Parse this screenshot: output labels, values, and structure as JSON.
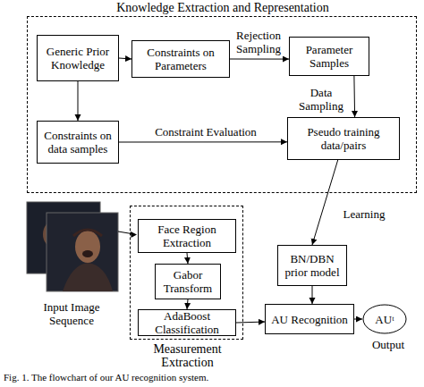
{
  "diagram": {
    "caption": "Fig. 1. The flowchart of our AU recognition system.",
    "nodes": [
      {
        "text": [
          "Knowledge Extraction and Representation"
        ]
      },
      {
        "text": [
          "Generic Prior Knowledge"
        ],
        "in": 0
      },
      {
        "text": [
          "Constraints on Parameters"
        ],
        "in": 0
      },
      {
        "text": [
          "Parameter Samples"
        ],
        "in": 0
      },
      {
        "text": [
          "Constraints on data samples"
        ],
        "in": 0
      },
      {
        "text": [
          "Pseudo training data/pairs"
        ],
        "in": 0
      },
      {
        "text": [
          "Measurement Extraction"
        ]
      },
      {
        "text": [
          "Face Region Extraction"
        ],
        "in": 6
      },
      {
        "text": [
          "Gabor Transform"
        ],
        "in": 6
      },
      {
        "text": [
          "AdaBoost Classification"
        ],
        "in": 6
      },
      {
        "text": [
          "BN/DBN prior model"
        ]
      },
      {
        "text": [
          "AU Recognition"
        ]
      },
      {
        "text": [
          "AUᵗ"
        ]
      }
    ],
    "edges": [
      {
        "from": 1,
        "to": 2,
        "arrow": "to"
      },
      {
        "from": 1,
        "to": 4,
        "arrow": "to"
      },
      {
        "from": 2,
        "to": 3,
        "label": "Rejection Sampling",
        "arrow": "to"
      },
      {
        "from": 3,
        "to": 5,
        "label": "Data Sampling",
        "arrow": "to"
      },
      {
        "from": 4,
        "to": 5,
        "label": "Constraint Evaluation",
        "arrow": "to"
      },
      {
        "from": 5,
        "to": 10,
        "label": "Learning",
        "arrow": "to"
      },
      {
        "from": 7,
        "to": 8,
        "arrow": "to"
      },
      {
        "from": 8,
        "to": 9,
        "arrow": "to"
      },
      {
        "from": 9,
        "to": 11,
        "arrow": "to"
      },
      {
        "from": 10,
        "to": 11,
        "arrow": "to"
      },
      {
        "from": 11,
        "to": 12,
        "arrow": "to"
      }
    ],
    "labels": [
      "Input Image Sequence",
      "Output"
    ]
  }
}
